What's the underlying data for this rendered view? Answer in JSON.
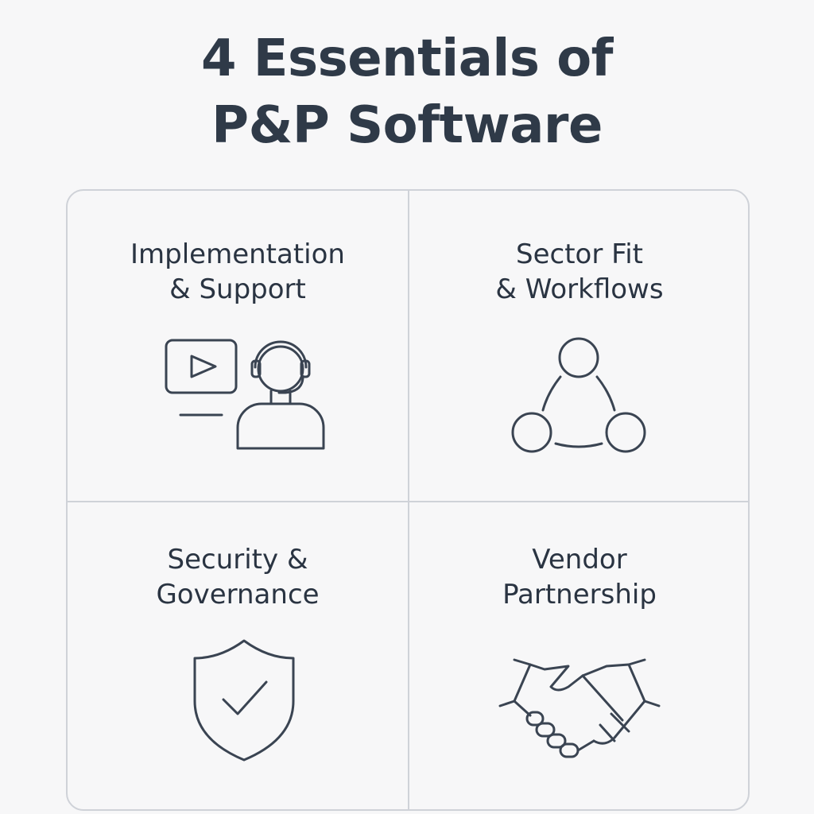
{
  "title": {
    "line1": "4 Essentials of",
    "line2": "P&P Software"
  },
  "cards": [
    {
      "line1": "Implementation",
      "line2": "& Support",
      "icon": "video-support-icon"
    },
    {
      "line1": "Sector Fit",
      "line2": "& Workflows",
      "icon": "workflow-nodes-icon"
    },
    {
      "line1": "Security &",
      "line2": "Governance",
      "icon": "shield-check-icon"
    },
    {
      "line1": "Vendor",
      "line2": "Partnership",
      "icon": "handshake-icon"
    }
  ],
  "colors": {
    "text": "#2f3a48",
    "icon_stroke": "#3a4452",
    "border": "#cfd2d8",
    "background": "#f7f7f8"
  }
}
